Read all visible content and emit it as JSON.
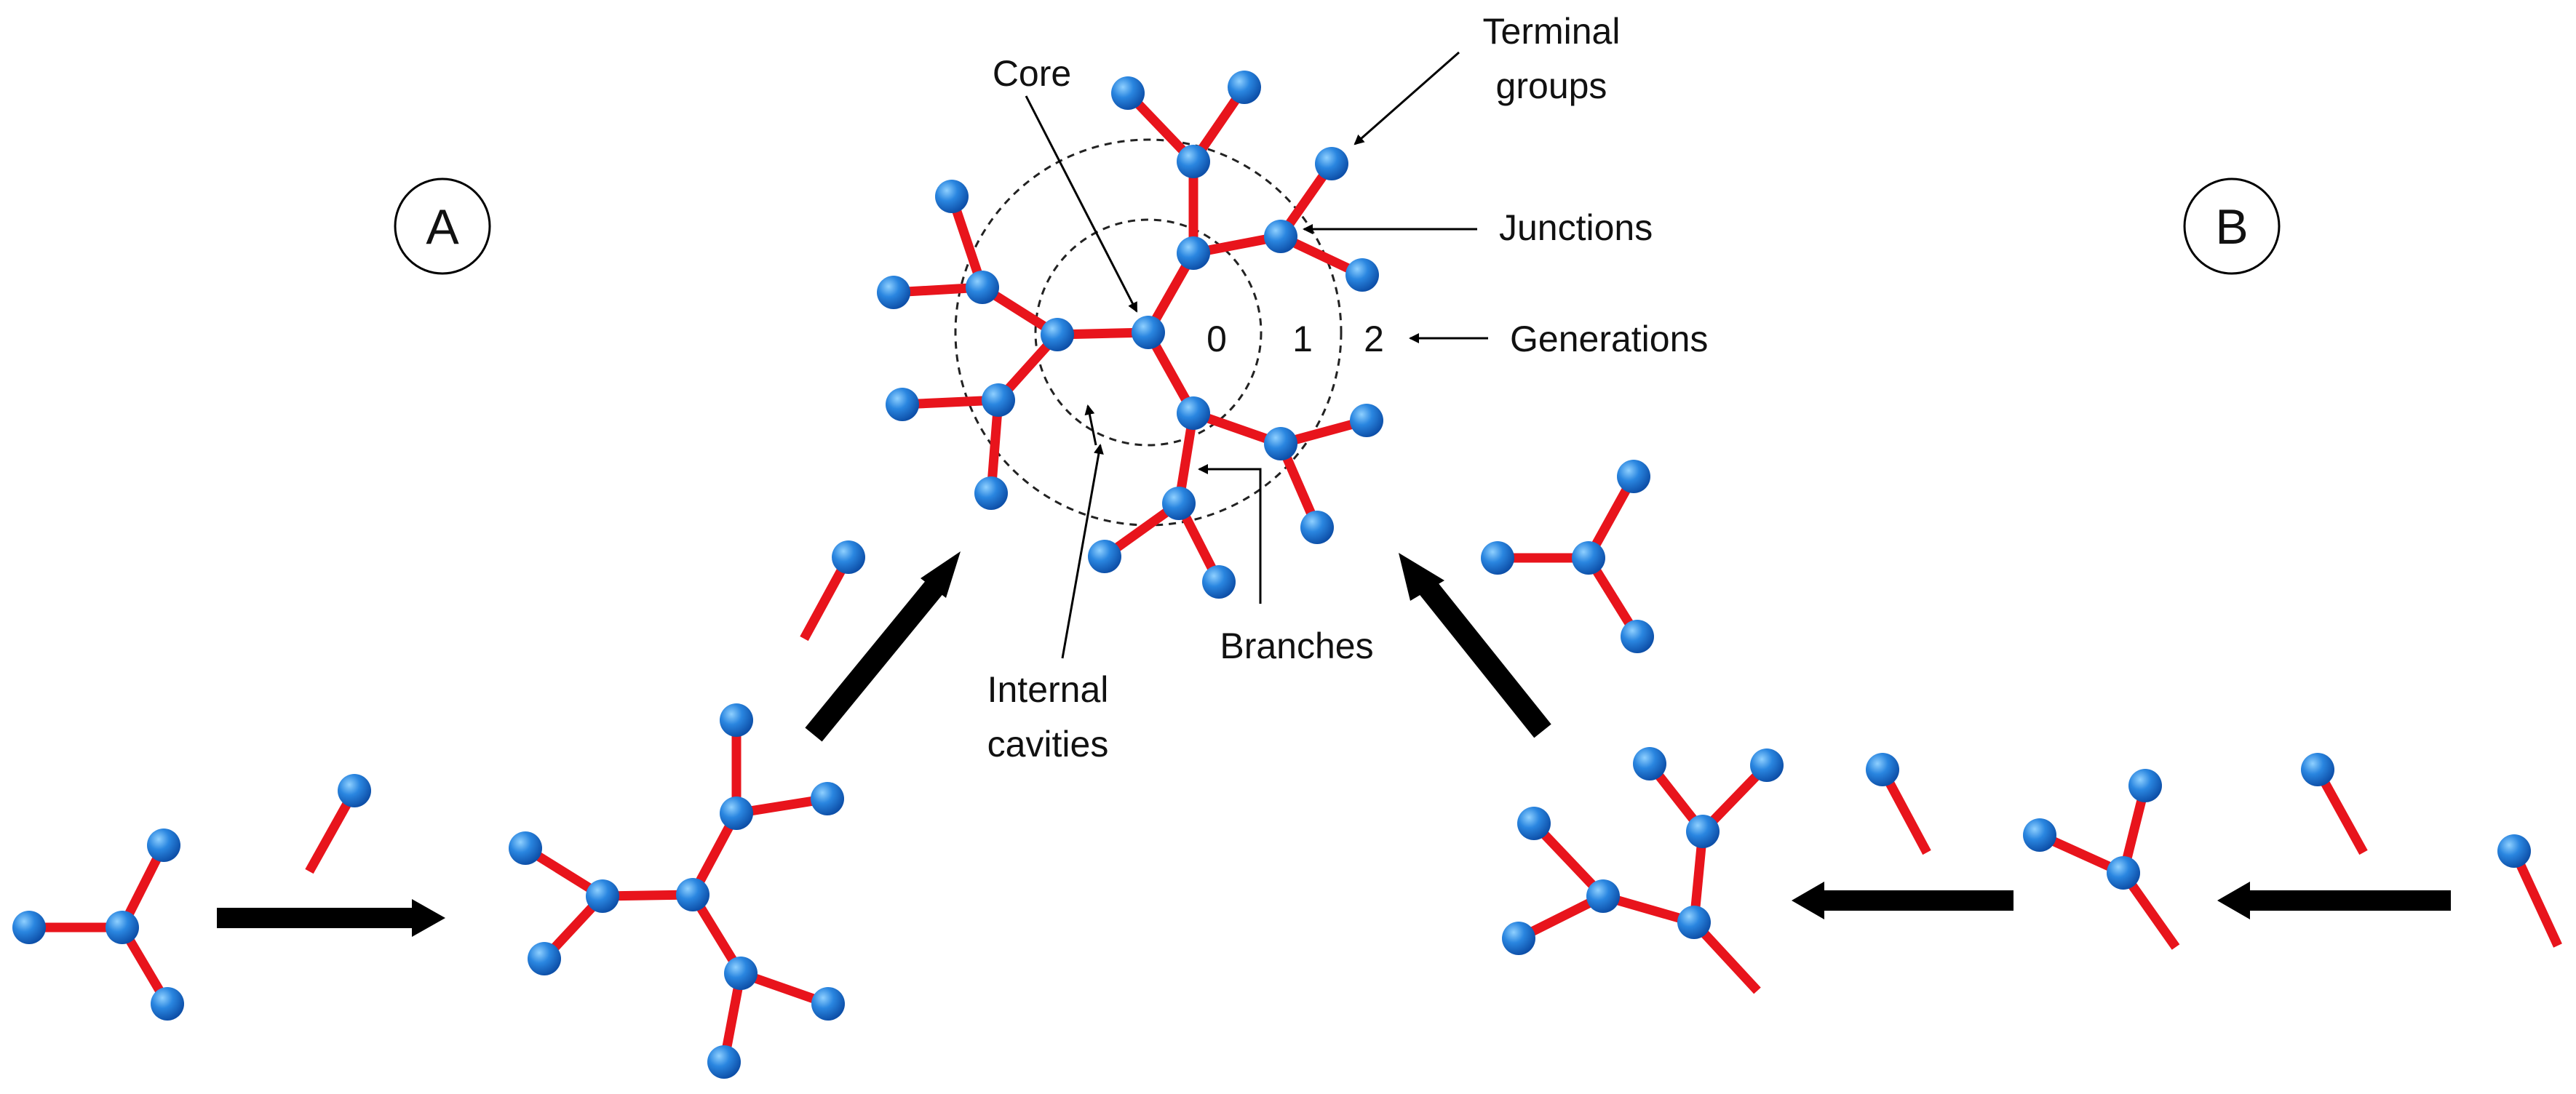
{
  "panels": {
    "a": "A",
    "b": "B"
  },
  "labels": {
    "core": "Core",
    "terminal_line1": "Terminal",
    "terminal_line2": "groups",
    "junctions": "Junctions",
    "generations": "Generations",
    "branches": "Branches",
    "cavities_line1": "Internal",
    "cavities_line2": "cavities"
  },
  "generation_numbers": [
    "0",
    "1",
    "2"
  ],
  "colors": {
    "atom": "#1f73d6",
    "bond": "#e8141c",
    "arrow": "#000000"
  }
}
